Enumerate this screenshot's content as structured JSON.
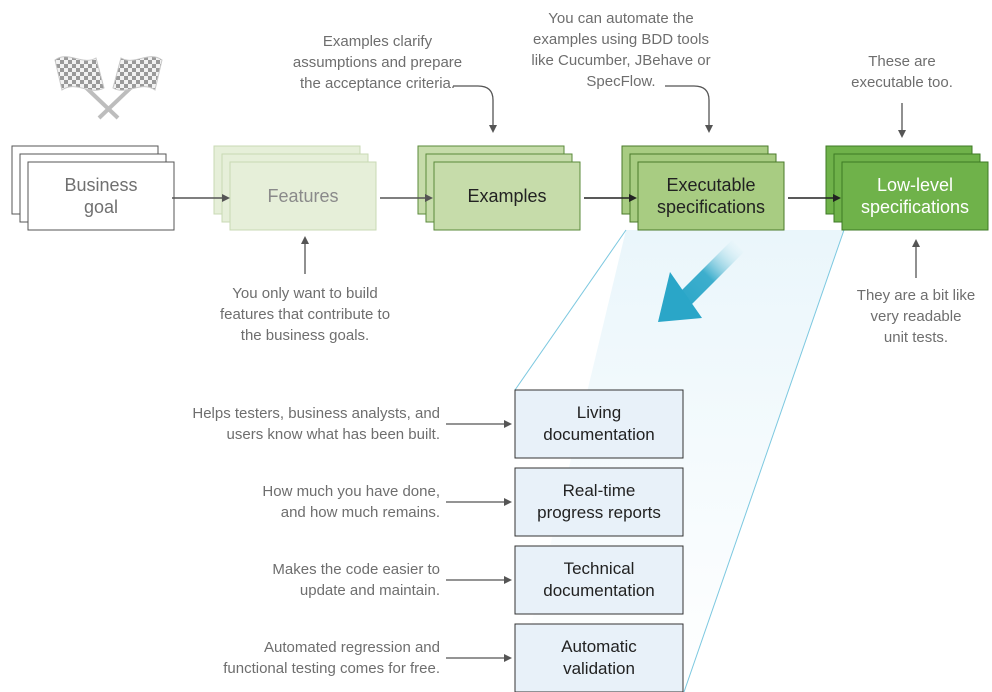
{
  "stages": [
    {
      "id": "business-goal",
      "label": "Business\ngoal",
      "fill": "#ffffff",
      "text_color": "#707070",
      "border": "#555555"
    },
    {
      "id": "features",
      "label": "Features",
      "fill": "#e6efd9",
      "text_color": "#8a8a8a",
      "border": "#c8dab4"
    },
    {
      "id": "examples",
      "label": "Examples",
      "fill": "#c6dcaa",
      "text_color": "#222222",
      "border": "#5a8a3a"
    },
    {
      "id": "executable-specifications",
      "label": "Executable\nspecifications",
      "fill": "#a8cc82",
      "text_color": "#222222",
      "border": "#4a7a2a"
    },
    {
      "id": "low-level-specifications",
      "label": "Low-level\nspecifications",
      "fill": "#6fb24a",
      "text_color": "#ffffff",
      "border": "#3e7a24"
    }
  ],
  "notes": {
    "examples": "Examples clarify\nassumptions and prepare\nthe acceptance criteria.",
    "automate": "You can automate the\nexamples using BDD tools\nlike Cucumber, JBehave or\nSpecFlow.",
    "executable_too": "These are\nexecutable too.",
    "features": "You only want to build\nfeatures that contribute to\nthe business goals.",
    "unit_tests": "They are a bit like\nvery readable\nunit tests."
  },
  "outputs": [
    {
      "label": "Living\ndocumentation",
      "note": "Helps testers, business analysts, and\nusers know what has been built."
    },
    {
      "label": "Real-time\nprogress reports",
      "note": "How much you have done,\nand how much remains."
    },
    {
      "label": "Technical\ndocumentation",
      "note": "Makes the code easier to\nupdate and maintain."
    },
    {
      "label": "Automatic\nvalidation",
      "note": "Automated regression and\nfunctional testing comes for free."
    }
  ],
  "colors": {
    "arrow": "#555555",
    "output_fill": "#e8f1f9",
    "output_border": "#333333",
    "beam_top": "#eaf6fb",
    "beam_bottom": "#ffffff",
    "beam_edge": "#7cc8e0",
    "big_arrow": "#2aa6c8"
  },
  "icons": {
    "finish": "checkered-flags-icon",
    "direction": "down-left-arrow-icon"
  }
}
